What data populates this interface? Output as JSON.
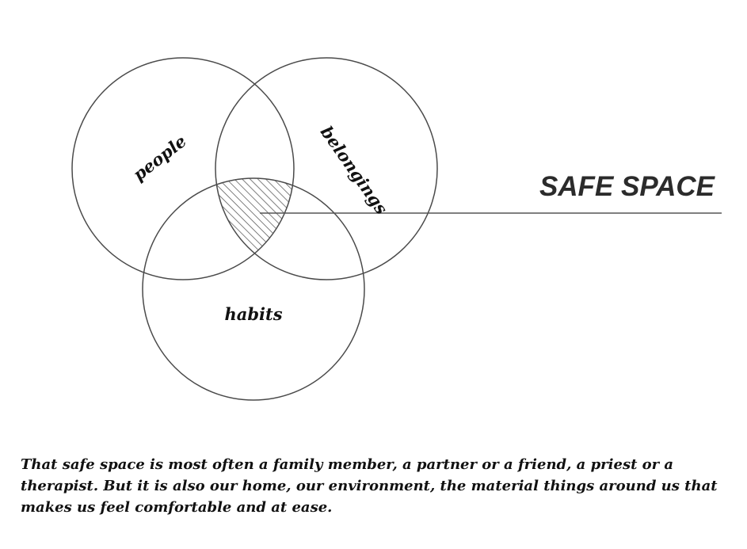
{
  "diagram": {
    "sets": {
      "people": "people",
      "belongings": "belongings",
      "habits": "habits"
    },
    "intersection_label": "SAFE SPACE",
    "colors": {
      "stroke": "#4a4a4a",
      "hatch": "#4a4a4a",
      "label": "#2b2b2b"
    }
  },
  "caption": "That safe space is most often a family member, a partner or a friend, a priest or a therapist. But it is also our home, our environment, the material things around us that makes us feel comfortable and at ease."
}
